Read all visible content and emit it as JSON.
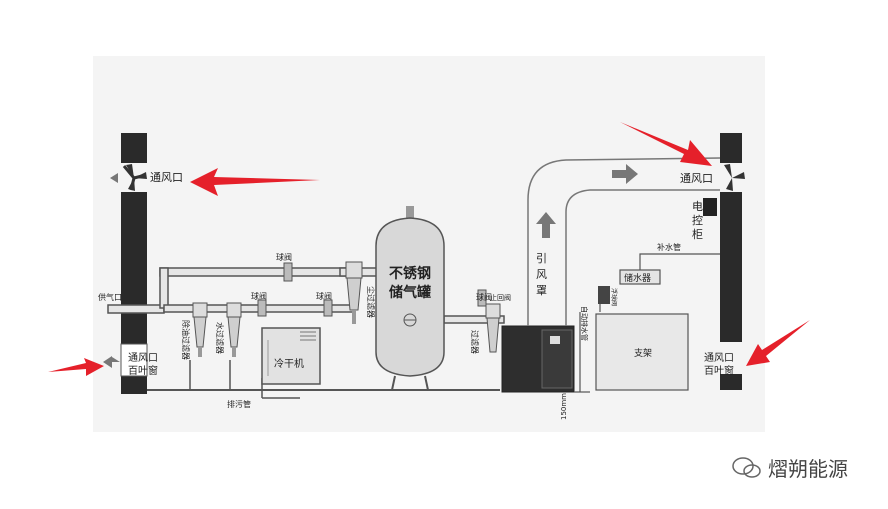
{
  "labels": {
    "vent_top_left": "通风口",
    "vent_top_right": "通风口",
    "vent_bottom_left": [
      "通风口",
      "百叶窗"
    ],
    "vent_bottom_right": [
      "通风口",
      "百叶窗"
    ],
    "supply_port": "供气口",
    "ball_valve_1": "球阀",
    "ball_valve_2": "球阀",
    "ball_valve_3": "球阀",
    "ball_valve_4": "球阀",
    "oil_filter": "除油过滤器",
    "water_filter": "水过滤器",
    "dryer": "冷干机",
    "drain_pipe": "排污管",
    "dust_filter": "尘过滤器",
    "tank": [
      "不锈钢",
      "储气罐"
    ],
    "filter_right": "过滤器",
    "check_valve": "止回阀",
    "induced_hood": [
      "引",
      "风",
      "罩"
    ],
    "control_cabinet": [
      "电",
      "控",
      "柜"
    ],
    "water_supply_pipe": "补水管",
    "water_tank": "储水器",
    "auto_drain_pipe": "自动排水管",
    "float_valve": "浮球阀",
    "base": "支架",
    "height": "150mm"
  },
  "watermark": "熠朔能源",
  "colors": {
    "arrow": "#e5202a",
    "line": "#555555",
    "wall": "#2a2a2a"
  }
}
